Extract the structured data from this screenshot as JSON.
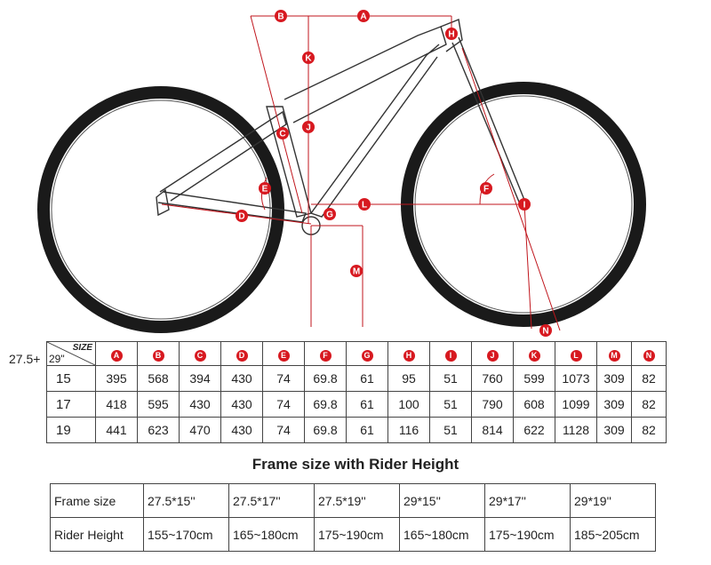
{
  "diagram": {
    "markers": [
      "A",
      "B",
      "C",
      "D",
      "E",
      "F",
      "G",
      "H",
      "I",
      "J",
      "K",
      "L",
      "M",
      "N"
    ]
  },
  "geometry_table": {
    "wheel_label": "27.5+",
    "corner_size": "SIZE",
    "corner_wheel": "29\"",
    "columns": [
      "A",
      "B",
      "C",
      "D",
      "E",
      "F",
      "G",
      "H",
      "I",
      "J",
      "K",
      "L",
      "M",
      "N"
    ],
    "rows": [
      {
        "size": "15",
        "values": [
          "395",
          "568",
          "394",
          "430",
          "74",
          "69.8",
          "61",
          "95",
          "51",
          "760",
          "599",
          "1073",
          "309",
          "82"
        ]
      },
      {
        "size": "17",
        "values": [
          "418",
          "595",
          "430",
          "430",
          "74",
          "69.8",
          "61",
          "100",
          "51",
          "790",
          "608",
          "1099",
          "309",
          "82"
        ]
      },
      {
        "size": "19",
        "values": [
          "441",
          "623",
          "470",
          "430",
          "74",
          "69.8",
          "61",
          "116",
          "51",
          "814",
          "622",
          "1128",
          "309",
          "82"
        ]
      }
    ]
  },
  "rider_height": {
    "title": "Frame size with Rider Height",
    "frame_label": "Frame size",
    "height_label": "Rider Height",
    "frames": [
      "27.5*15''",
      "27.5*17''",
      "27.5*19''",
      "29*15''",
      "29*17''",
      "29*19''"
    ],
    "heights": [
      "155~170cm",
      "165~180cm",
      "175~190cm",
      "165~180cm",
      "175~190cm",
      "185~205cm"
    ]
  }
}
